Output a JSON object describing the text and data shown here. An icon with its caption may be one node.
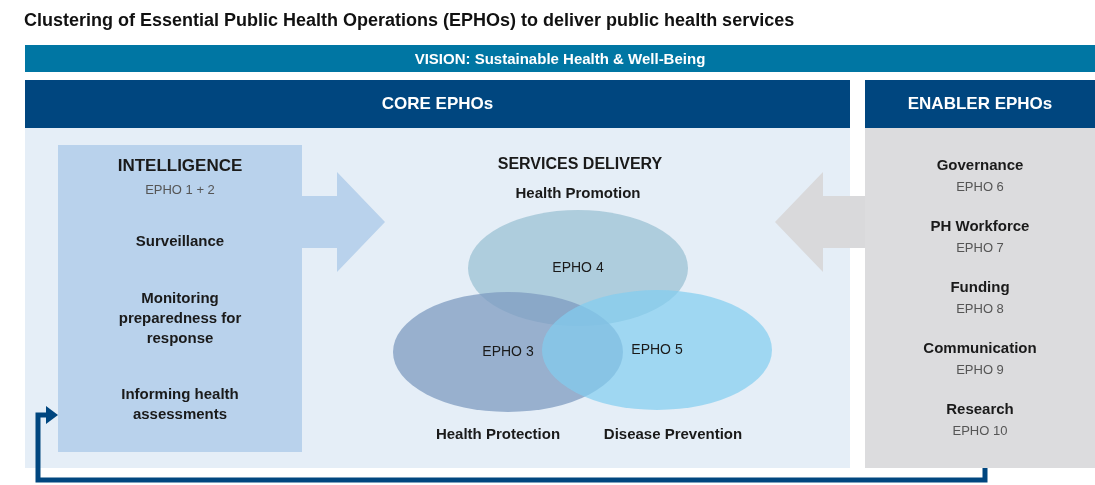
{
  "diagram": {
    "title": "Clustering of Essential Public Health Operations (EPHOs) to deliver public health services",
    "nodes": [
      {
        "text": [
          "VISION: Sustainable Health & Well-Being"
        ]
      },
      {
        "text": [
          "CORE EPHOs"
        ]
      },
      {
        "text": [
          "INTELLIGENCE",
          "EPHO 1 + 2",
          "Surveillance",
          "Monitoring preparedness for response",
          "Informing health assessments"
        ],
        "in": 1
      },
      {
        "text": [
          "SERVICES DELIVERY"
        ],
        "in": 1
      },
      {
        "text": [
          "EPHO 4"
        ],
        "beside": [
          "Health Promotion"
        ],
        "in": 3
      },
      {
        "text": [
          "EPHO 3"
        ],
        "beside": [
          "Health Protection"
        ],
        "in": 3
      },
      {
        "text": [
          "EPHO 5"
        ],
        "beside": [
          "Disease Prevention"
        ],
        "in": 3
      },
      {
        "text": [
          "ENABLER EPHOs",
          "Governance",
          "EPHO 6",
          "PH Workforce",
          "EPHO 7",
          "Funding",
          "EPHO 8",
          "Communication",
          "EPHO 9",
          "Research",
          "EPHO 10"
        ]
      }
    ],
    "edges": [
      {
        "from": 2,
        "to": 3,
        "arrow": "to",
        "style": "thick",
        "color": "#b9d2ec"
      },
      {
        "from": 7,
        "to": 3,
        "arrow": "to",
        "style": "thick",
        "color": "#d9d9db"
      },
      {
        "from": 7,
        "to": 2,
        "arrow": "to",
        "color": "#00467f"
      }
    ]
  }
}
